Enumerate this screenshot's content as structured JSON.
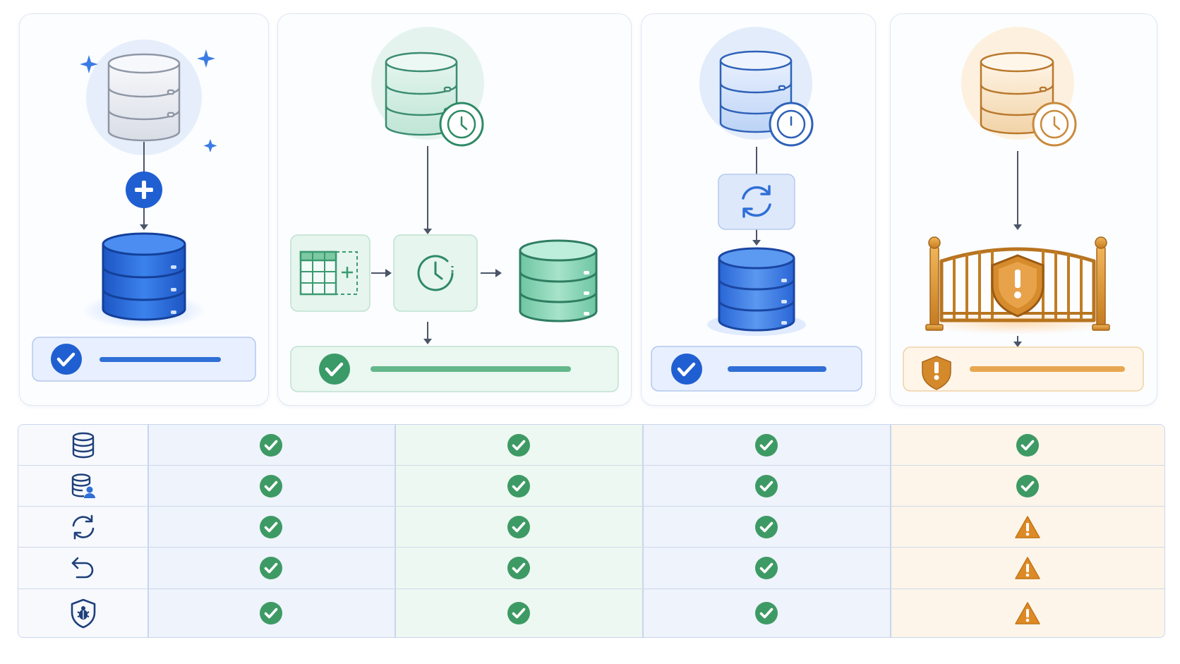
{
  "columns": [
    {
      "id": "new-database",
      "accent": "#2f6fd6",
      "status": "ok"
    },
    {
      "id": "point-in-time-restore",
      "accent": "#2f9a6a",
      "status": "ok"
    },
    {
      "id": "sync-restore",
      "accent": "#2f6fd6",
      "status": "ok"
    },
    {
      "id": "gated-restore",
      "accent": "#d4892a",
      "status": "warning"
    }
  ],
  "matrix": {
    "row_icons": [
      "database-icon",
      "database-user-icon",
      "sync-icon",
      "undo-icon",
      "shield-bug-icon"
    ],
    "rows": [
      [
        "check",
        "check",
        "check",
        "check"
      ],
      [
        "check",
        "check",
        "check",
        "check"
      ],
      [
        "check",
        "check",
        "check",
        "warning"
      ],
      [
        "check",
        "check",
        "check",
        "warning"
      ],
      [
        "check",
        "check",
        "check",
        "warning"
      ]
    ]
  },
  "colors": {
    "blue": "#2f6fd6",
    "green": "#3a9a68",
    "orange": "#d4892a",
    "check": "#3e9a64",
    "warning": "#dd8a26"
  }
}
